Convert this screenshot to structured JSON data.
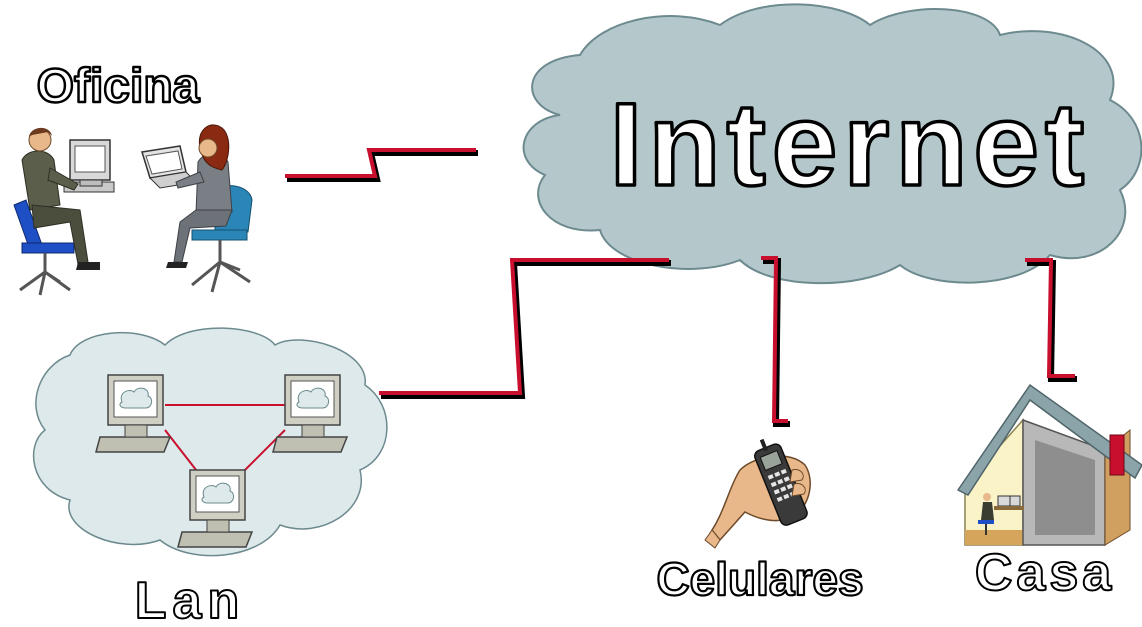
{
  "labels": {
    "office": "Oficina",
    "internet": "Internet",
    "lan": "Lan",
    "phones": "Celulares",
    "home": "Casa"
  },
  "colors": {
    "cloud": "#b4c8cc",
    "lan_cloud": "#dde9ea",
    "link_red": "#c8102e",
    "link_shadow": "#000000",
    "house_wall": "#faf3c8",
    "house_roof": "#8aa4a9",
    "skin": "#e8b88a"
  }
}
